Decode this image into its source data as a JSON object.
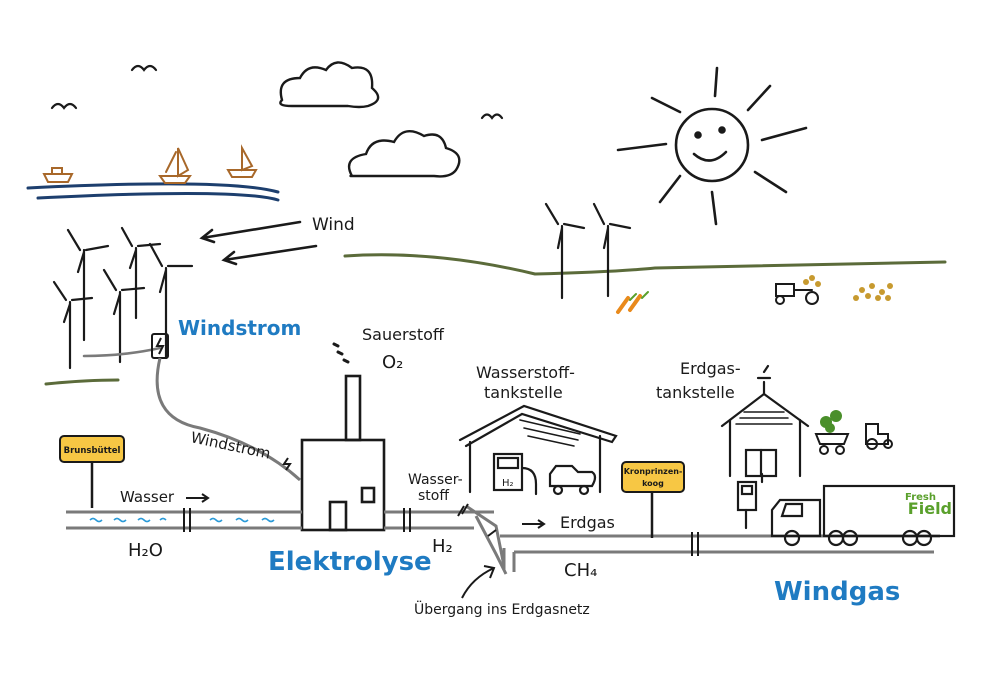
{
  "labels": {
    "wind": "Wind",
    "windstrom_top": "Windstrom",
    "windstrom_line": "Windstrom",
    "sauerstoff": "Sauerstoff",
    "o2": "O₂",
    "wasserstofftankstelle_1": "Wasserstoff-",
    "wasserstofftankstelle_2": "tankstelle",
    "erdgastankstelle_1": "Erdgas-",
    "erdgastankstelle_2": "tankstelle",
    "wasser": "Wasser",
    "h2o": "H₂O",
    "elektrolyse": "Elektrolyse",
    "wasserstoff_1": "Wasser-",
    "wasserstoff_2": "stoff",
    "h2": "H₂",
    "erdgas": "Erdgas",
    "ch4": "CH₄",
    "uebergang": "Übergang ins Erdgasnetz",
    "windgas": "Windgas",
    "h2_pump": "H₂"
  },
  "signs": {
    "town1": "Brunsbüttel",
    "town2_line1": "Kronprinzen-",
    "town2_line2": "koog"
  },
  "truck": {
    "brand_line1": "Fresh",
    "brand_line2": "Field"
  },
  "colors": {
    "ink": "#1a1a1a",
    "accent_blue": "#1f7bc2",
    "sign_yellow": "#f7c744",
    "ground_green": "#5b6b3a",
    "sea_blue": "#1d3f6e",
    "pipe_gray": "#7a7a7a",
    "boat_brown": "#a8682a",
    "truck_green": "#5aa02c"
  }
}
